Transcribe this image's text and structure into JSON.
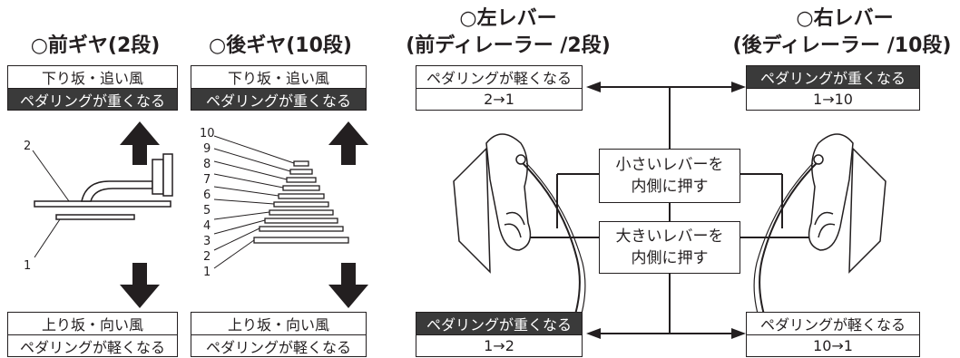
{
  "front": {
    "title": "○前ギヤ(2段)",
    "top": {
      "line1": "下り坂・追い風",
      "line2": "ペダリングが重くなる"
    },
    "bottom": {
      "line1": "上り坂・向い風",
      "line2": "ペダリングが軽くなる"
    },
    "gear_labels": [
      "2",
      "1"
    ]
  },
  "rear": {
    "title": "○後ギヤ(10段)",
    "top": {
      "line1": "下り坂・追い風",
      "line2": "ペダリングが重くなる"
    },
    "bottom": {
      "line1": "上り坂・向い風",
      "line2": "ペダリングが軽くなる"
    },
    "gear_labels": [
      "10",
      "9",
      "8",
      "7",
      "6",
      "5",
      "4",
      "3",
      "2",
      "1"
    ]
  },
  "left_lever": {
    "title1": "○左レバー",
    "title2": "(前ディレーラー /2段)",
    "top": {
      "label": "ペダリングが軽くなる",
      "shift": "2→1"
    },
    "bottom": {
      "label": "ペダリングが重くなる",
      "shift": "1→2"
    }
  },
  "right_lever": {
    "title1": "○右レバー",
    "title2": "(後ディレーラー /10段)",
    "top": {
      "label": "ペダリングが重くなる",
      "shift": "1→10"
    },
    "bottom": {
      "label": "ペダリングが軽くなる",
      "shift": "10→1"
    }
  },
  "small_lever": {
    "line1": "小さいレバーを",
    "line2": "内側に押す"
  },
  "big_lever": {
    "line1": "大きいレバーを",
    "line2": "内側に押す"
  },
  "colors": {
    "ink": "#231f20",
    "dark_fill": "#3a3a3a"
  }
}
